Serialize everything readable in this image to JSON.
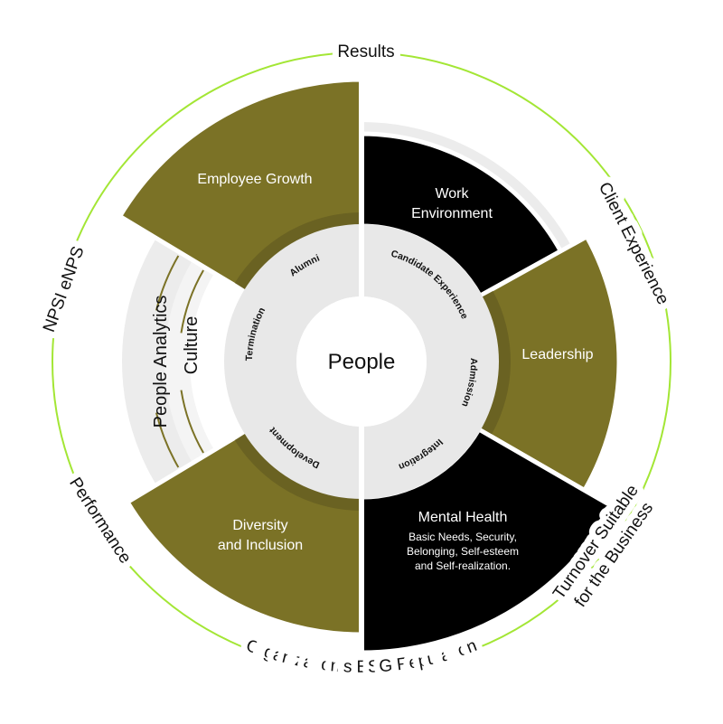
{
  "colors": {
    "olive": "#7b7226",
    "olive_dark": "#6a6222",
    "black": "#000000",
    "accent_ring": "#a3e635",
    "ring_gray": "#e9e9e9"
  },
  "center": {
    "label": "People"
  },
  "outer_ring": {
    "results": "Results",
    "client_experience": "Client Experience",
    "turnover_line1": "Turnover Suitable",
    "turnover_line2": "for the Business",
    "esg": "Organization’s ESG Reputation",
    "performance": "Performance",
    "npsi": "NPSI eNPS"
  },
  "wedges": {
    "employee_growth": "Employee Growth",
    "work_environment_line1": "Work",
    "work_environment_line2": "Environment",
    "leadership": "Leadership",
    "mental_health": "Mental Health",
    "mental_health_desc": [
      "Basic Needs, Security,",
      "Belonging, Self-esteem",
      "and Self-realization."
    ],
    "diversity_line1": "Diversity",
    "diversity_line2": "and Inclusion"
  },
  "side_rings": {
    "people_analytics": "People Analytics",
    "culture": "Culture"
  },
  "lifecycle": {
    "alumni": "Alumni",
    "candidate_experience": "Candidate Experience",
    "admission": "Admission",
    "integration": "Integration",
    "development": "Development",
    "termination": "Termination"
  }
}
